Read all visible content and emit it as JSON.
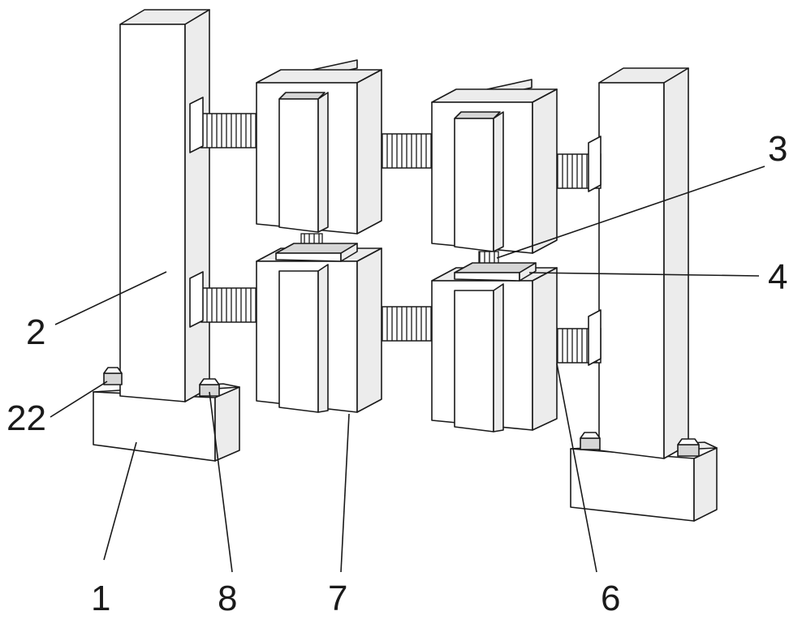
{
  "labels": {
    "l1": "1",
    "l2": "2",
    "l3": "3",
    "l4": "4",
    "l6": "6",
    "l7": "7",
    "l8": "8",
    "l22": "22"
  }
}
